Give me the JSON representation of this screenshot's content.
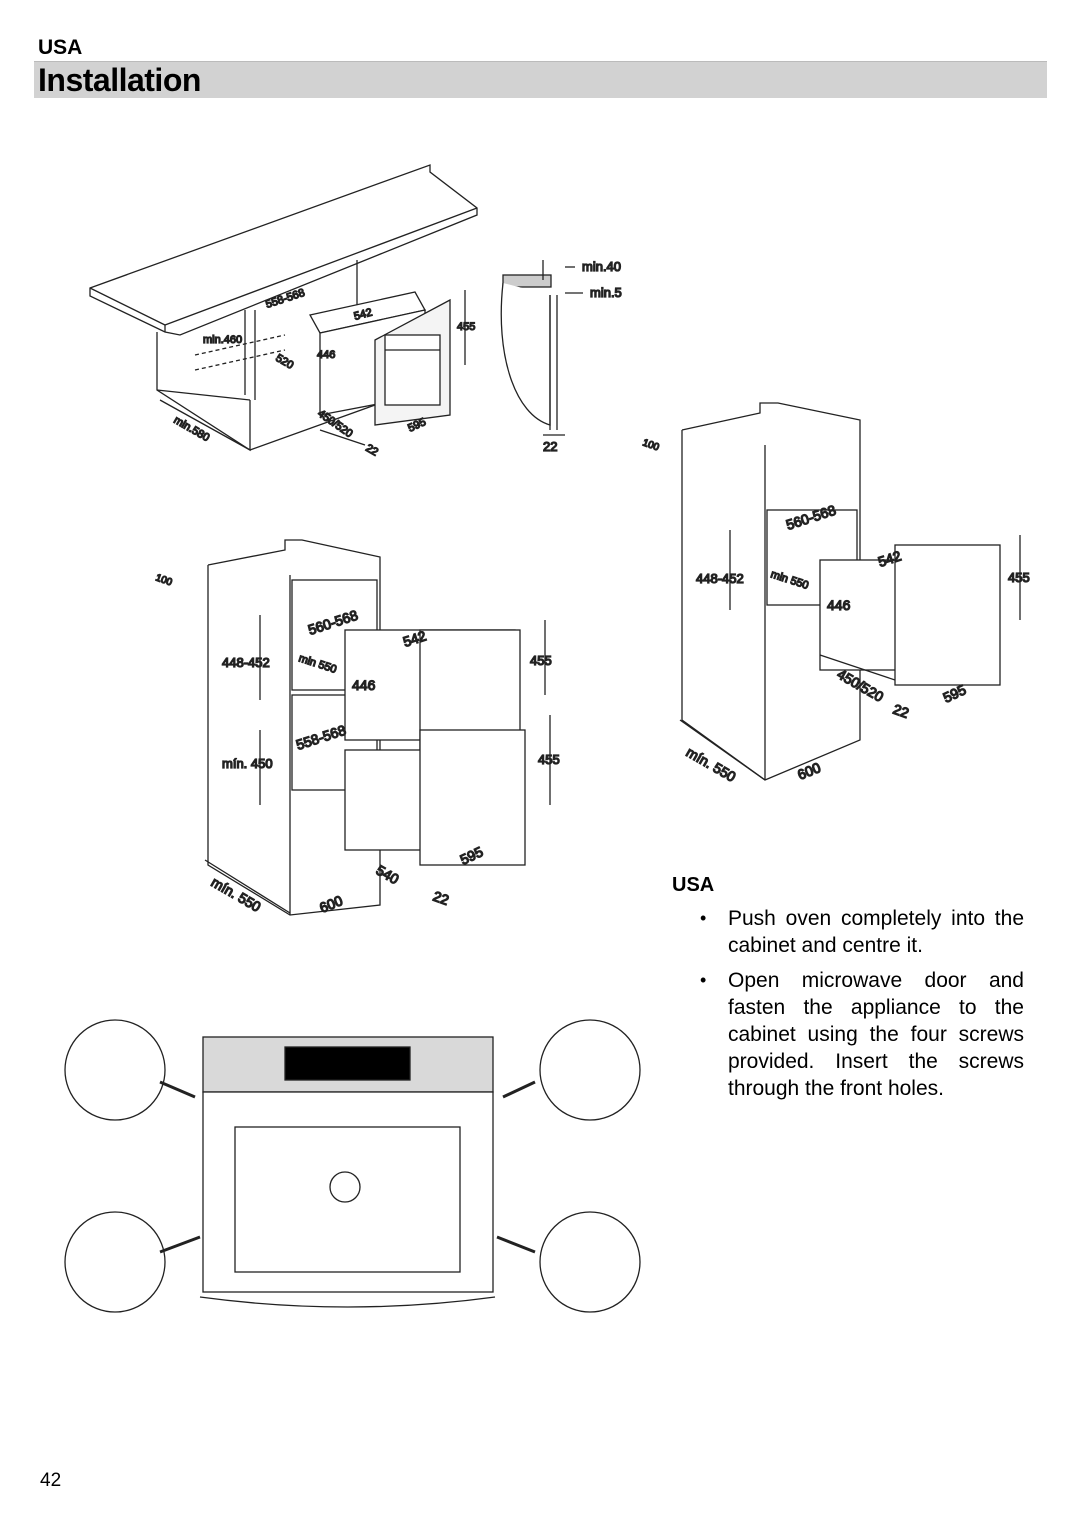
{
  "header": {
    "region": "USA",
    "title": "Installation"
  },
  "figures": {
    "countertop": {
      "labels": {
        "w": "558-568",
        "min_h": "min.460",
        "d": "520",
        "depth": "min.580",
        "oven_w": "542",
        "oven_h": "446",
        "oven_d": "450/520",
        "front_h": "455",
        "front_w": "595",
        "offset": "22"
      }
    },
    "side_profile": {
      "labels": {
        "top": "min.40",
        "gap": "min.5",
        "bottom": "22"
      }
    },
    "tall_double": {
      "labels": {
        "top": "100",
        "w1": "560-568",
        "h1": "448-452",
        "d1": "min 550",
        "oven_w": "542",
        "oven_h": "446",
        "front_h": "455",
        "w2": "558-568",
        "h2": "mín. 450",
        "front_h2": "455",
        "depth2": "540",
        "front_w": "595",
        "offset": "22",
        "base_d": "mín. 550",
        "base_w": "600"
      }
    },
    "tall_single": {
      "labels": {
        "top": "100",
        "w1": "560-568",
        "h1": "448-452",
        "d1": "min 550",
        "oven_w": "542",
        "oven_h": "446",
        "front_h": "455",
        "oven_d": "450/520",
        "offset": "22",
        "front_w": "595",
        "base_d": "mín. 550",
        "base_w": "600"
      }
    }
  },
  "instructions": {
    "heading": "USA",
    "items": [
      "Push oven completely into the cabinet and centre it.",
      "Open microwave door and fasten the appliance to the cabinet using the four screws provided. Insert the screws through the front holes."
    ]
  },
  "footer": {
    "page": "42"
  }
}
